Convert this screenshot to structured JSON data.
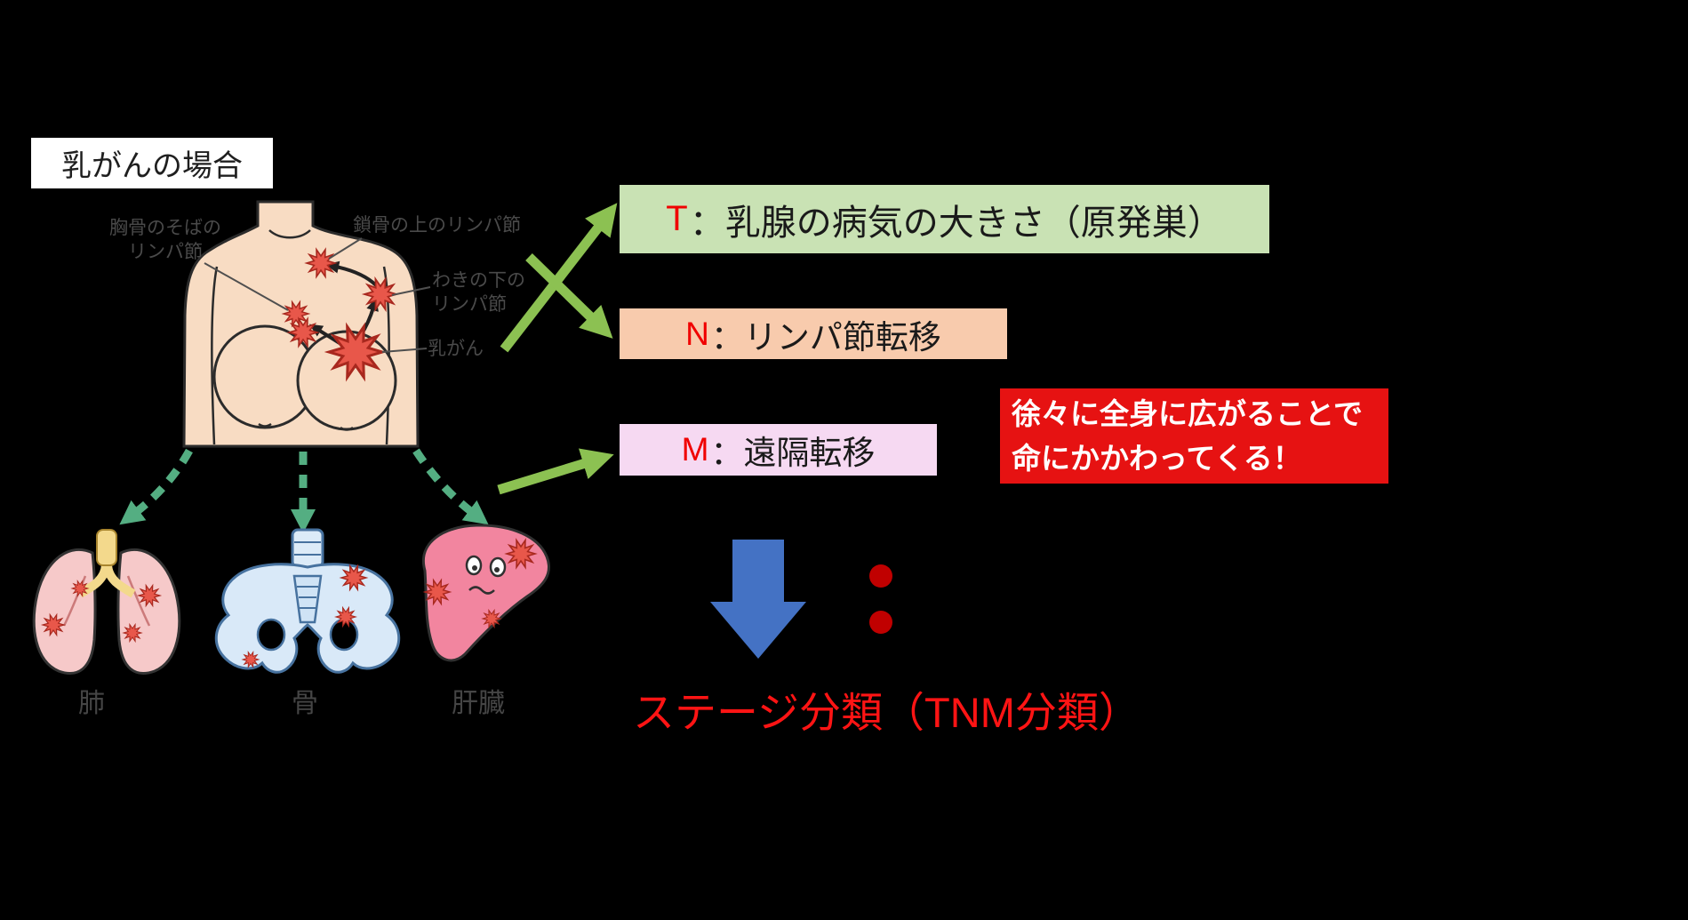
{
  "title_box": {
    "label": "乳がんの場合"
  },
  "anatomy_labels": {
    "sternum_line1": "胸骨のそばの",
    "sternum_line2": "リンパ節",
    "clavicle": "鎖骨の上のリンパ節",
    "armpit_line1": "わきの下の",
    "armpit_line2": "リンパ節",
    "tumor": "乳がん"
  },
  "tnm_boxes": {
    "t": {
      "letter": "T",
      "label": "：乳腺の病気の大きさ（原発巣）",
      "bg": "#c9e2b4"
    },
    "n": {
      "letter": "N",
      "label": "：リンパ節転移",
      "bg": "#f8cbad"
    },
    "m": {
      "letter": "M",
      "label": "：遠隔転移",
      "bg": "#f6d9f2"
    }
  },
  "warning_box": {
    "line1": "徐々に全身に広がることで",
    "line2": "命にかかわってくる！",
    "bg": "#e61212",
    "text_color": "#ffffff"
  },
  "organ_labels": {
    "lungs": "肺",
    "bone": "骨",
    "liver": "肝臓"
  },
  "footer": {
    "label": "ステージ分類（TNM分類）",
    "color": "#ff1414"
  },
  "palette": {
    "background": "#000000",
    "letter_red": "#f00000",
    "green_arrow": "#8cc152",
    "dashed_arrow": "#54ae82",
    "blue_arrow": "#4472c4",
    "colon_red": "#c00000",
    "burst_red": "#e8574a",
    "skin": "#f8dcc3",
    "lung_pink": "#f6c9c9",
    "bone_blue": "#d9e9f8",
    "liver_pink": "#f2859f"
  }
}
